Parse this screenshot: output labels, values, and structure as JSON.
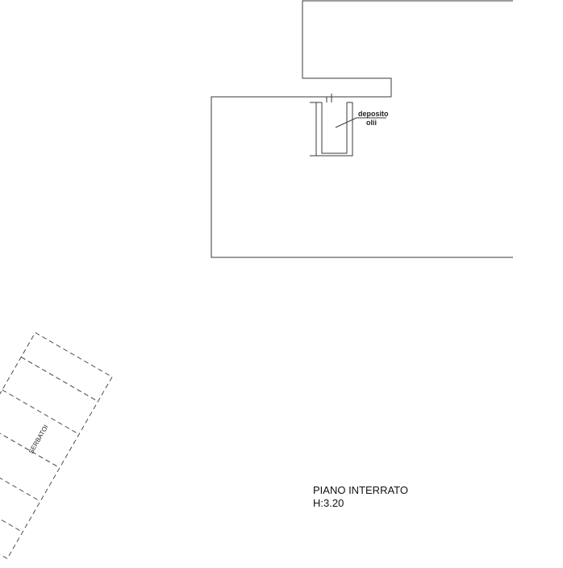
{
  "labels": {
    "room_line1": "deposito",
    "room_line2": "olii",
    "tanks": "SERBATOI",
    "plan_title": "PIANO INTERRATO",
    "plan_height": "H:3.20"
  },
  "colors": {
    "line": "#3a3a3a",
    "background": "#ffffff"
  }
}
